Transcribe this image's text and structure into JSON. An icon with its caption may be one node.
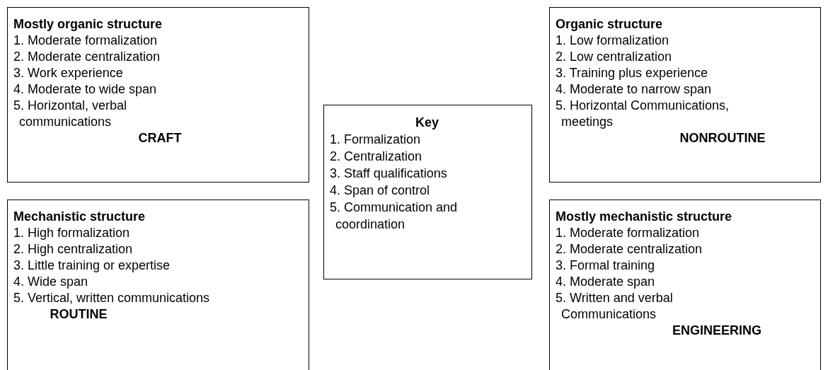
{
  "diagram": {
    "nodes": [
      {
        "text": [
          "Mostly organic structure",
          "1. Moderate formalization",
          "2. Moderate centralization",
          "3. Work experience",
          "4. Moderate to wide span",
          "5. Horizontal, verbal communications",
          "CRAFT"
        ]
      },
      {
        "text": [
          "Organic structure",
          "1. Low formalization",
          "2. Low centralization",
          "3. Training plus experience",
          "4. Moderate to narrow span",
          "5. Horizontal Communications, meetings",
          "NONROUTINE"
        ]
      },
      {
        "text": [
          "Key",
          "1. Formalization",
          "2. Centralization",
          "3. Staff qualifications",
          "4. Span of control",
          "5. Communication and coordination"
        ]
      },
      {
        "text": [
          "Mechanistic structure",
          "1. High formalization",
          "2. High centralization",
          "3. Little training or expertise",
          "4. Wide span",
          "5. Vertical, written communications",
          "ROUTINE"
        ]
      },
      {
        "text": [
          "Mostly mechanistic structure",
          "1. Moderate formalization",
          "2. Moderate centralization",
          "3. Formal training",
          "4. Moderate span",
          "5. Written and verbal Communications",
          "ENGINEERING"
        ]
      }
    ]
  }
}
